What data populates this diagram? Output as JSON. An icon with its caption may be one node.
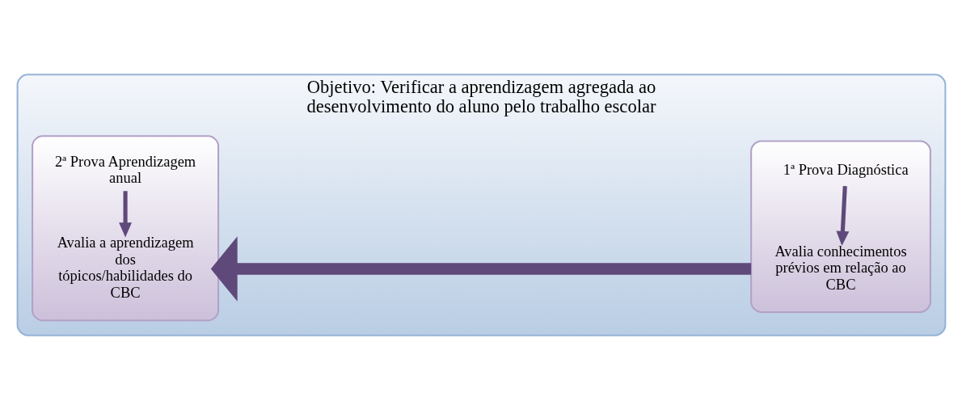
{
  "diagram": {
    "nodes": [
      {
        "text": [
          "Objetivo: Verificar a aprendizagem agregada ao desenvolvimento do aluno pelo trabalho escolar"
        ]
      },
      {
        "text": [],
        "shape": "box",
        "in": 0
      },
      {
        "text": [
          "1ª Prova Diagnóstica"
        ],
        "in": 1
      },
      {
        "text": [
          "Avalia conhecimentos prévios em relação ao CBC"
        ],
        "in": 1
      },
      {
        "text": [],
        "shape": "box",
        "in": 0
      },
      {
        "text": [
          "2ª Prova Aprendizagem anual"
        ],
        "in": 4
      },
      {
        "text": [
          "Avalia a aprendizagem dos tópicos/habilidades do CBC"
        ],
        "in": 4
      }
    ],
    "edges": [
      {
        "from": 2,
        "to": 3,
        "arrow": "to"
      },
      {
        "from": 1,
        "to": 4,
        "arrow": "to",
        "style": "thick"
      },
      {
        "from": 5,
        "to": 6,
        "arrow": "to"
      }
    ]
  }
}
